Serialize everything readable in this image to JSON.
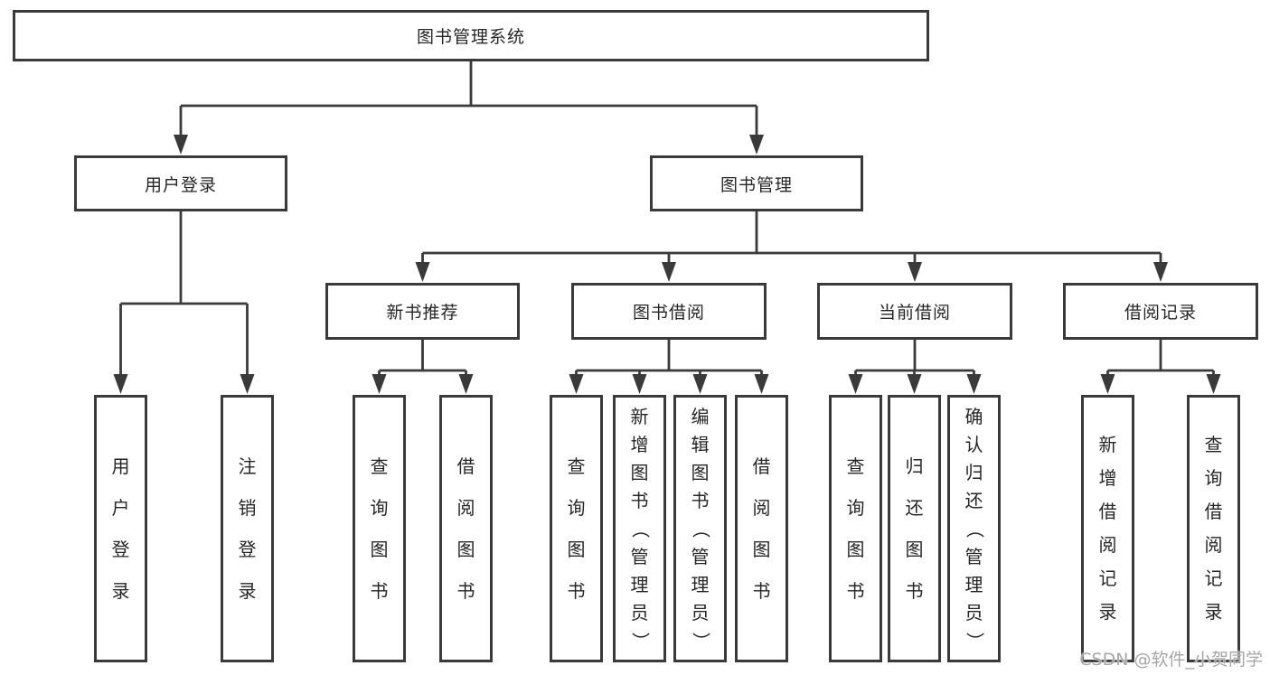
{
  "diagram": {
    "title": "图书管理系统",
    "colors": {
      "line": "#3a3a3a",
      "box_border": "#3a3a3a",
      "text": "#262626",
      "background": "#ffffff",
      "watermark_text_color": "#a6a6a6"
    },
    "nodes": [
      {
        "id": "root",
        "label": "图书管理系统",
        "children": [
          "user-login",
          "book-mgmt"
        ]
      },
      {
        "id": "user-login",
        "label": "用户登录",
        "children": [
          "login",
          "logout"
        ]
      },
      {
        "id": "book-mgmt",
        "label": "图书管理",
        "children": [
          "new-book-rec",
          "book-borrow",
          "current-borrow",
          "borrow-record"
        ]
      },
      {
        "id": "new-book-rec",
        "label": "新书推荐",
        "children": [
          "nbr-query",
          "nbr-borrow"
        ]
      },
      {
        "id": "book-borrow",
        "label": "图书借阅",
        "children": [
          "bb-query",
          "bb-add",
          "bb-edit",
          "bb-borrow"
        ]
      },
      {
        "id": "current-borrow",
        "label": "当前借阅",
        "children": [
          "cb-query",
          "cb-return",
          "cb-confirm"
        ]
      },
      {
        "id": "borrow-record",
        "label": "借阅记录",
        "children": [
          "br-add",
          "br-query"
        ]
      },
      {
        "id": "login",
        "label": "用户登录",
        "children": []
      },
      {
        "id": "logout",
        "label": "注销登录",
        "children": []
      },
      {
        "id": "nbr-query",
        "label": "查询图书",
        "children": []
      },
      {
        "id": "nbr-borrow",
        "label": "借阅图书",
        "children": []
      },
      {
        "id": "bb-query",
        "label": "查询图书",
        "children": []
      },
      {
        "id": "bb-add",
        "label": "新增图书（管理员）",
        "children": []
      },
      {
        "id": "bb-edit",
        "label": "编辑图书（管理员）",
        "children": []
      },
      {
        "id": "bb-borrow",
        "label": "借阅图书",
        "children": []
      },
      {
        "id": "cb-query",
        "label": "查询图书",
        "children": []
      },
      {
        "id": "cb-return",
        "label": "归还图书",
        "children": []
      },
      {
        "id": "cb-confirm",
        "label": "确认归还（管理员）",
        "children": []
      },
      {
        "id": "br-add",
        "label": "新增借阅记录",
        "children": []
      },
      {
        "id": "br-query",
        "label": "查询借阅记录",
        "children": []
      }
    ]
  },
  "watermark": {
    "text": "CSDN @软件_小贺同学"
  }
}
